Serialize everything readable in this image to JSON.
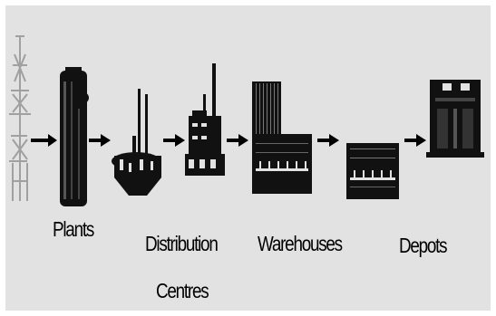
{
  "labels": {
    "plants": "Plants",
    "distribution_line1": "Distribution",
    "distribution_line2": "Centres",
    "warehouses": "Warehouses",
    "depots": "Depots"
  },
  "colors": {
    "background": "#e2e2e2",
    "ink": "#111111",
    "arrow": "#000000",
    "derrick": "#a0a0a0"
  },
  "icons": [
    "oil-derrick-icon",
    "refinery-plant-icon",
    "distribution-centre-icon",
    "warehouse-icon",
    "depot-icon"
  ]
}
